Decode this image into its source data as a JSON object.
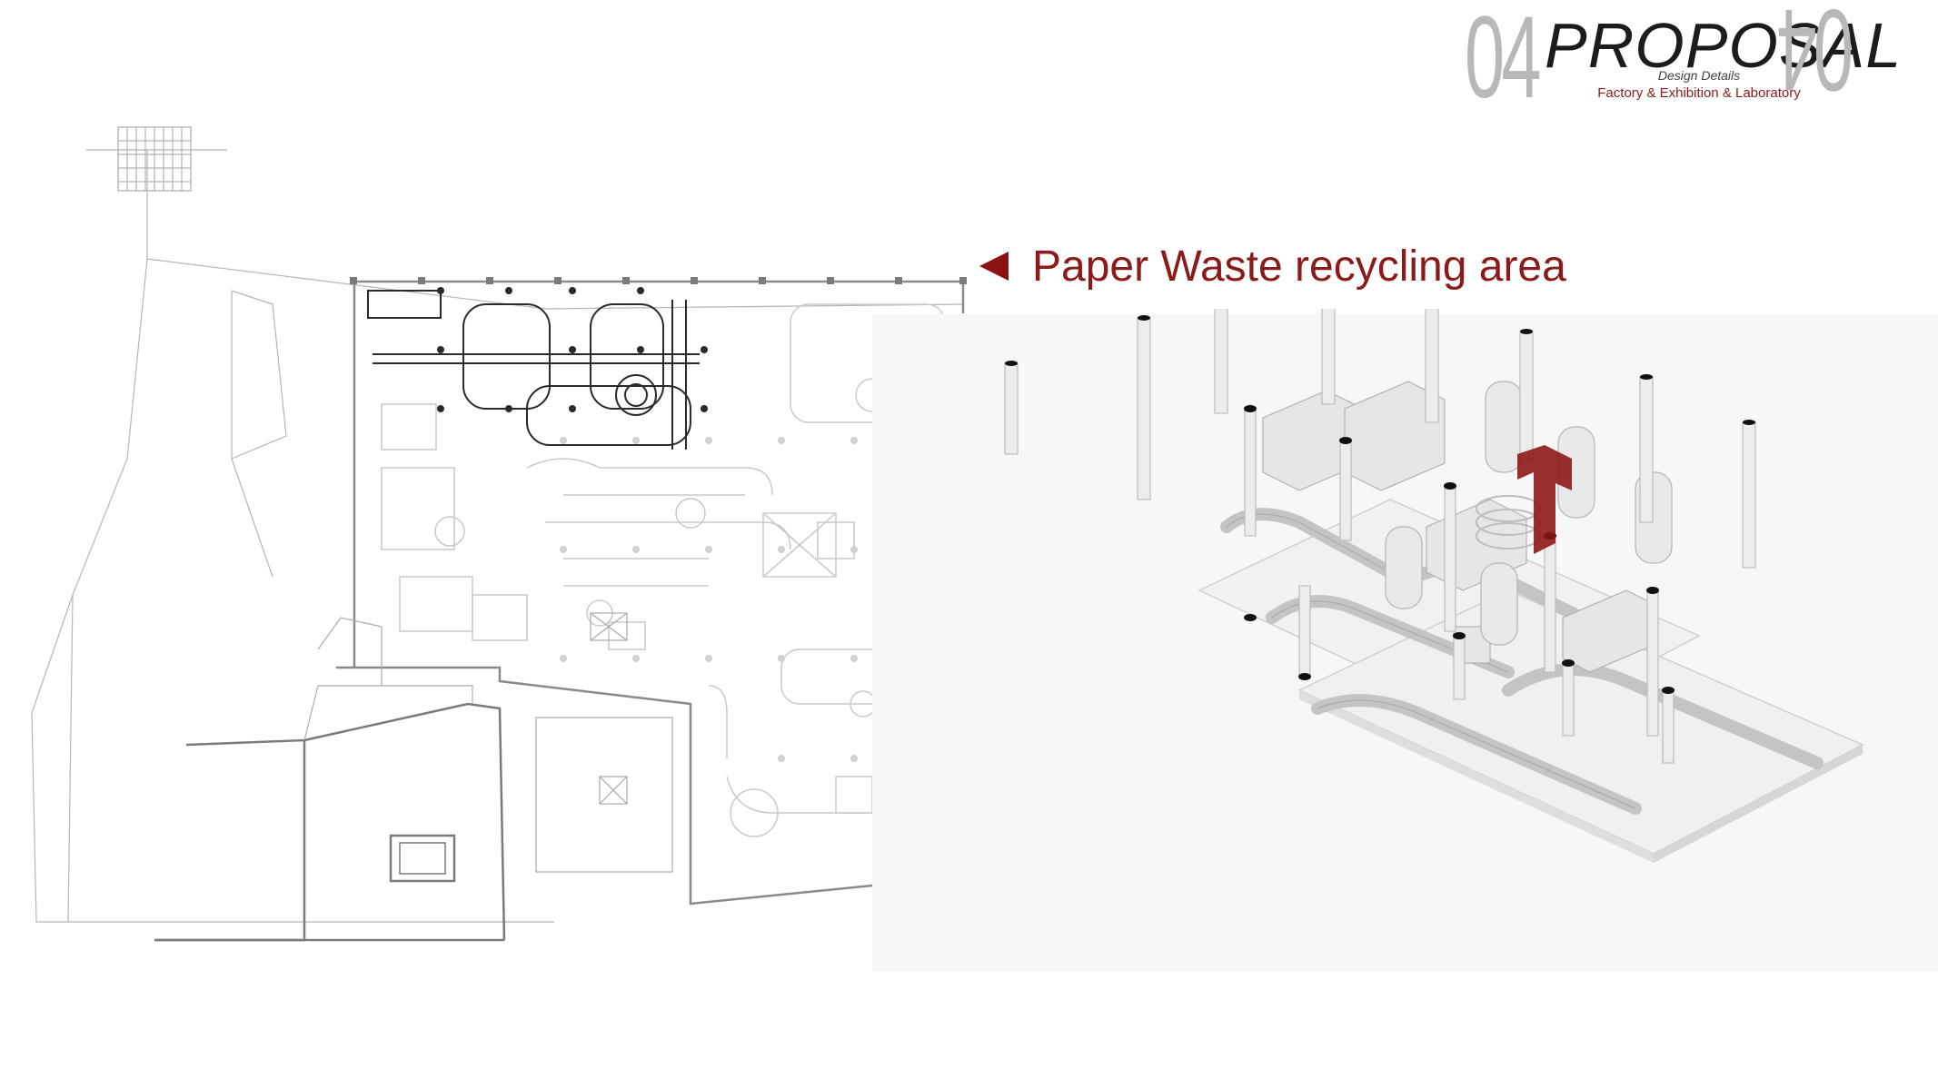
{
  "header": {
    "number_left": "04",
    "number_right": "04",
    "title": "PROPOSAL",
    "subtitle": "Design Details",
    "section": "Factory & Exhibition & Laboratory"
  },
  "callout": {
    "label": "Paper Waste recycling area",
    "arrow_icon": "left-triangle-icon"
  },
  "colors": {
    "accent": "#8b1212",
    "title_gray": "#b8b8b8",
    "plan_line": "#9a9a9a",
    "panel_bg": "#f7f7f7"
  }
}
